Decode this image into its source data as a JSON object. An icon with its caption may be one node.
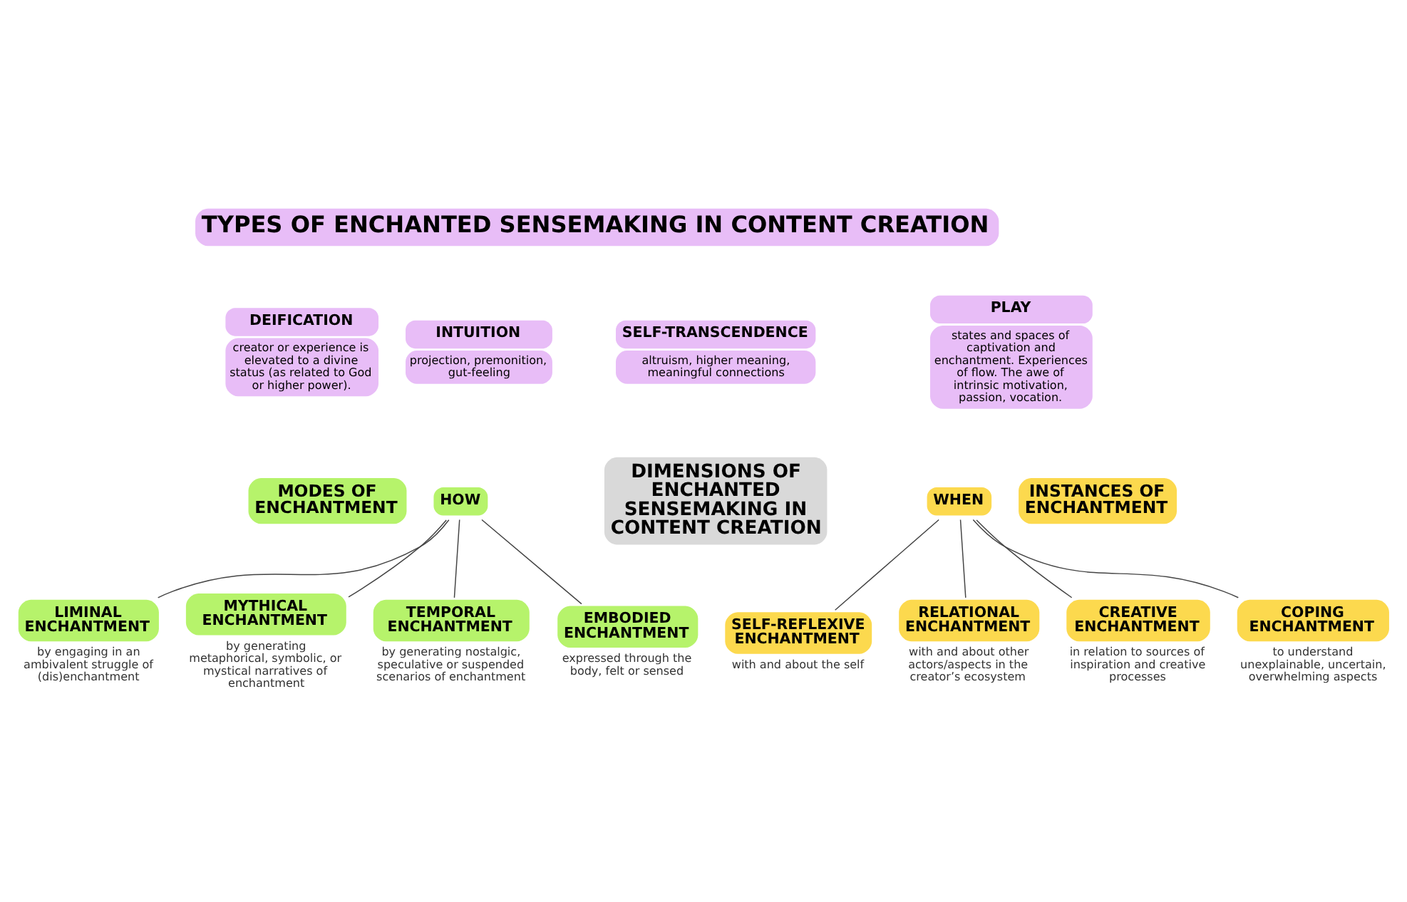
{
  "diagram": {
    "nodes": [
      {
        "text": [
          "TYPES OF ENCHANTED SENSEMAKING IN CONTENT CREATION"
        ]
      },
      {
        "text": [
          "DEIFICATION",
          "creator or experience is elevated to a divine status (as related to God or higher power)."
        ]
      },
      {
        "text": [
          "INTUITION",
          "projection, premonition, gut-feeling"
        ]
      },
      {
        "text": [
          "SELF-TRANSCENDENCE",
          "altruism, higher meaning, meaningful connections"
        ]
      },
      {
        "text": [
          "PLAY",
          "states and spaces of captivation and enchantment. Experiences of flow. The awe of intrinsic motivation, passion, vocation."
        ]
      },
      {
        "text": [
          "DIMENSIONS OF ENCHANTED SENSEMAKING IN CONTENT CREATION"
        ]
      },
      {
        "text": [
          "MODES OF ENCHANTMENT"
        ]
      },
      {
        "text": [
          "HOW"
        ]
      },
      {
        "text": [
          "LIMINAL ENCHANTMENT"
        ],
        "beside": [
          "by engaging in an ambivalent struggle of (dis)enchantment"
        ]
      },
      {
        "text": [
          "MYTHICAL ENCHANTMENT"
        ],
        "beside": [
          "by generating metaphorical, symbolic, or mystical narratives of enchantment"
        ]
      },
      {
        "text": [
          "TEMPORAL ENCHANTMENT"
        ],
        "beside": [
          "by generating nostalgic, speculative or suspended scenarios of enchantment"
        ]
      },
      {
        "text": [
          "EMBODIED ENCHANTMENT"
        ],
        "beside": [
          "expressed through the body, felt or sensed"
        ]
      },
      {
        "text": [
          "INSTANCES OF ENCHANTMENT"
        ]
      },
      {
        "text": [
          "WHEN"
        ]
      },
      {
        "text": [
          "SELF-REFLEXIVE ENCHANTMENT"
        ],
        "beside": [
          "with and about the self"
        ]
      },
      {
        "text": [
          "RELATIONAL ENCHANTMENT"
        ],
        "beside": [
          "with and about other actors/aspects in the creator’s ecosystem"
        ]
      },
      {
        "text": [
          "CREATIVE ENCHANTMENT"
        ],
        "beside": [
          "in relation to sources of inspiration and creative processes"
        ]
      },
      {
        "text": [
          "COPING ENCHANTMENT"
        ],
        "beside": [
          "to understand unexplainable, uncertain, overwhelming aspects"
        ]
      }
    ],
    "edges": [
      {
        "from": 7,
        "to": 8,
        "arrow": "none"
      },
      {
        "from": 7,
        "to": 9,
        "arrow": "none"
      },
      {
        "from": 7,
        "to": 10,
        "arrow": "none"
      },
      {
        "from": 7,
        "to": 11,
        "arrow": "none"
      },
      {
        "from": 13,
        "to": 14,
        "arrow": "none"
      },
      {
        "from": 13,
        "to": 15,
        "arrow": "none"
      },
      {
        "from": 13,
        "to": 16,
        "arrow": "none"
      },
      {
        "from": 13,
        "to": 17,
        "arrow": "none"
      }
    ]
  }
}
